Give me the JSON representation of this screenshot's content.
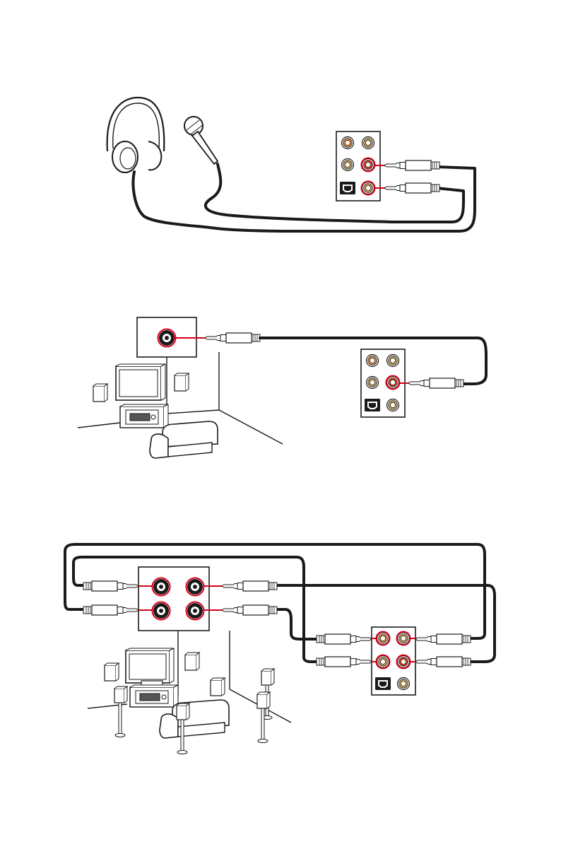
{
  "colors": {
    "line": "#1a1a1a",
    "connector_highlight": "#d6001c",
    "jack_ring_orange": "#e08a3c",
    "jack_ring_gold": "#c9a25a",
    "jack_ring_red": "#e0401e",
    "background": "#ffffff"
  },
  "icons": {
    "headphones": "headphones-icon",
    "microphone": "microphone-icon",
    "audio_panel": "rear-audio-jack-panel",
    "plug": "stereo-plug-icon",
    "speaker": "speaker-icon",
    "television": "television-icon",
    "sofa": "sofa-icon",
    "av_receiver": "av-receiver-icon"
  },
  "diagrams": [
    {
      "id": "headphone-microphone",
      "connections": 2
    },
    {
      "id": "stereo-speaker",
      "connections": 1
    },
    {
      "id": "surround-speaker",
      "connections": 4
    }
  ]
}
